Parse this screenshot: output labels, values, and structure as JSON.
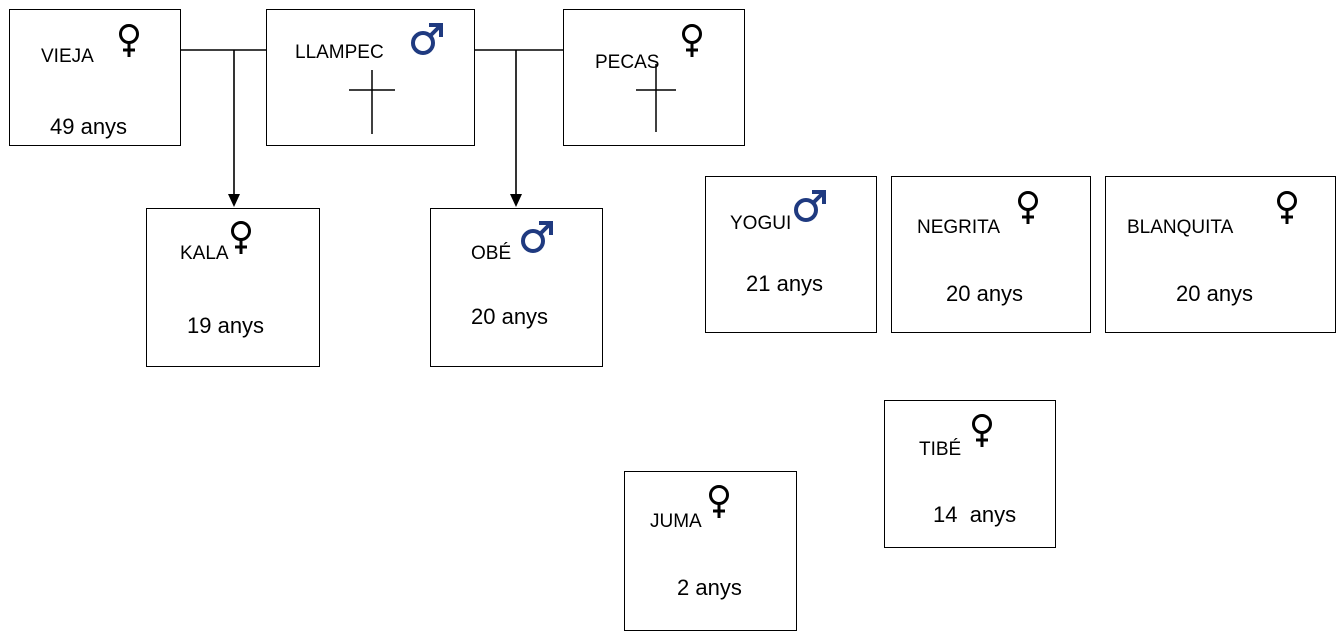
{
  "individuals": {
    "vieja": {
      "name": "VIEJA",
      "age": "49 anys",
      "sex": "female",
      "deceased": false
    },
    "llampec": {
      "name": "LLAMPEC",
      "age": "",
      "sex": "male",
      "deceased": true
    },
    "pecas": {
      "name": "PECAS",
      "age": "",
      "sex": "female",
      "deceased": true
    },
    "kala": {
      "name": "KALA",
      "age": "19 anys",
      "sex": "female",
      "deceased": false
    },
    "obe": {
      "name": "OBÉ",
      "age": "20 anys",
      "sex": "male",
      "deceased": false
    },
    "yogui": {
      "name": "YOGUI",
      "age": "21 anys",
      "sex": "male",
      "deceased": false
    },
    "negrita": {
      "name": "NEGRITA",
      "age": "20 anys",
      "sex": "female",
      "deceased": false
    },
    "blanquita": {
      "name": "BLANQUITA",
      "age": "20 anys",
      "sex": "female",
      "deceased": false
    },
    "tibe": {
      "name": "TIBÉ",
      "age": "14  anys",
      "sex": "female",
      "deceased": false
    },
    "juma": {
      "name": "JUMA",
      "age": "2 anys",
      "sex": "female",
      "deceased": false
    }
  },
  "relations": {
    "pairs": [
      [
        "vieja",
        "llampec"
      ],
      [
        "llampec",
        "pecas"
      ]
    ],
    "children": [
      {
        "parents": [
          "vieja",
          "llampec"
        ],
        "child": "kala"
      },
      {
        "parents": [
          "llampec",
          "pecas"
        ],
        "child": "obe"
      }
    ]
  },
  "colors": {
    "male_symbol": "#1f3a80",
    "female_symbol": "#000000",
    "line": "#000000"
  },
  "icons": {
    "female": "female-symbol-icon",
    "male": "male-symbol-icon",
    "deceased": "cross-icon"
  }
}
